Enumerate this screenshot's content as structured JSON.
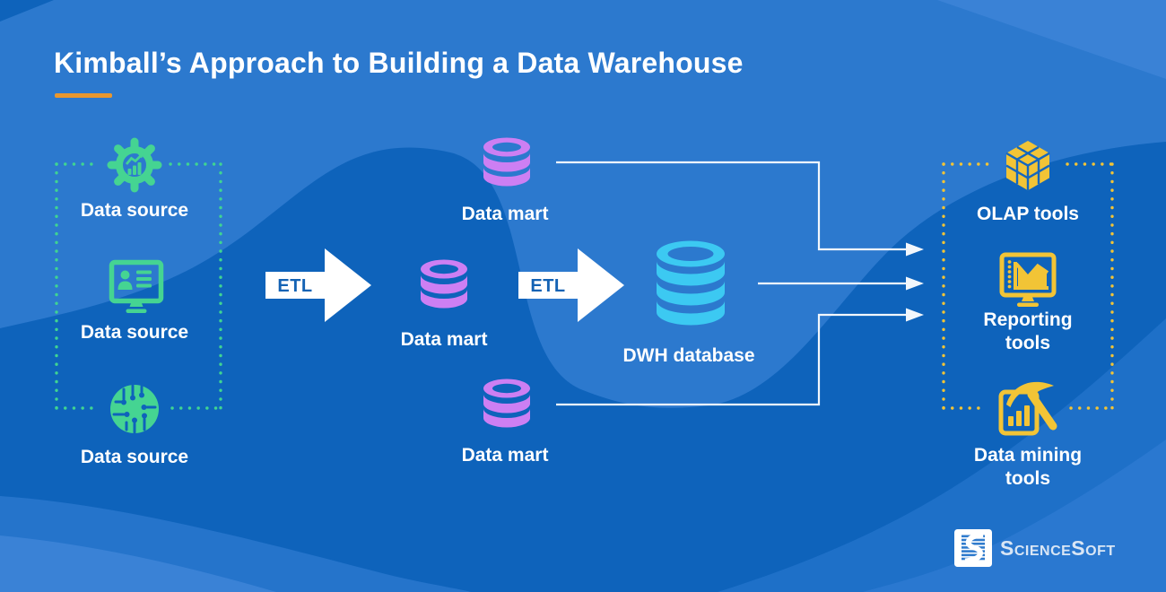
{
  "title": {
    "text": "Kimball’s Approach to Building a Data Warehouse"
  },
  "sources": {
    "items": [
      {
        "label": "Data source",
        "icon": "gear-chart-icon"
      },
      {
        "label": "Data source",
        "icon": "monitor-profile-icon"
      },
      {
        "label": "Data source",
        "icon": "circuit-icon"
      }
    ]
  },
  "etl": {
    "labels": [
      "ETL",
      "ETL"
    ]
  },
  "marts": {
    "items": [
      {
        "label": "Data mart",
        "icon": "database-icon"
      },
      {
        "label": "Data mart",
        "icon": "database-icon"
      },
      {
        "label": "Data mart",
        "icon": "database-icon"
      }
    ]
  },
  "dwh": {
    "label": "DWH database",
    "icon": "dwh-database-icon"
  },
  "tools": {
    "items": [
      {
        "label": "OLAP tools",
        "icon": "olap-cube-icon"
      },
      {
        "label": "Reporting tools",
        "icon": "reporting-monitor-icon"
      },
      {
        "label": "Data mining tools",
        "icon": "data-mining-icon"
      }
    ]
  },
  "logo": {
    "brand": "ScienceSoft"
  },
  "colors": {
    "background_base": "#0E63BB",
    "background_light_wave": "#2C79CE",
    "background_mid_wave": "#1E70C8",
    "source_green": "#45D492",
    "mart_purple": "#CD7FF3",
    "dwh_cyan": "#3CC9F2",
    "tools_yellow": "#F2C436",
    "underline_orange": "#E9972E",
    "etl_text_blue": "#1362B4",
    "connector_white": "#F2F7FC"
  }
}
